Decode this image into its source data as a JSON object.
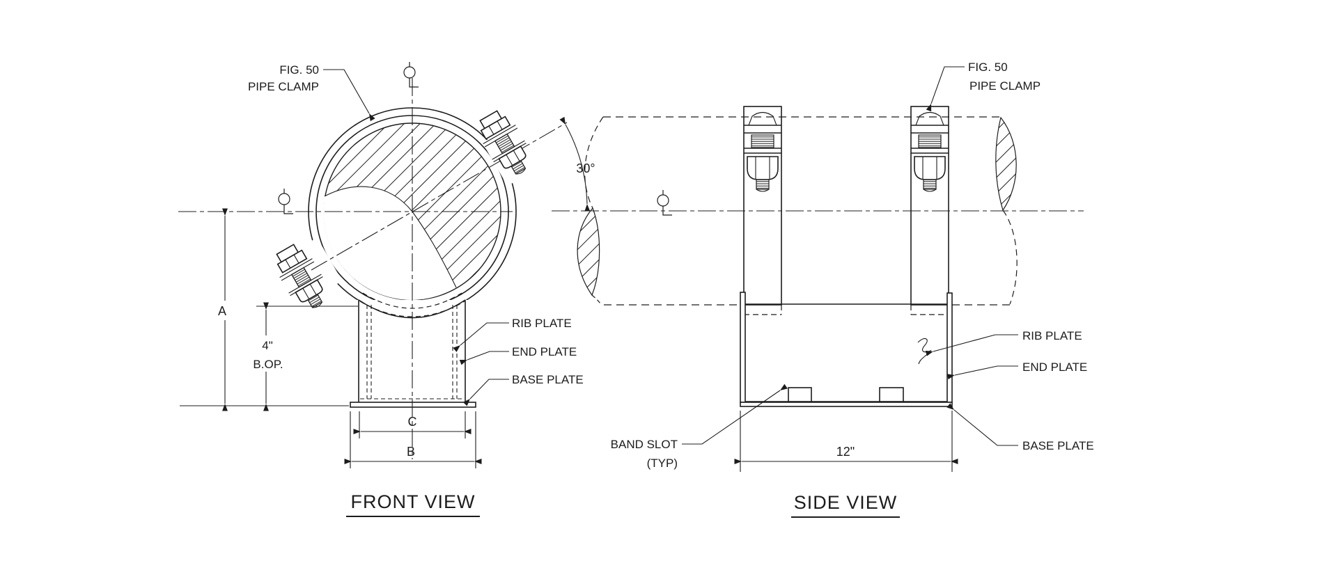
{
  "drawing": {
    "background": "#ffffff",
    "line_color": "#1c1c1c",
    "front": {
      "title": "FRONT VIEW",
      "fig": "FIG. 50",
      "clamp": "PIPE CLAMP",
      "rib": "RIB PLATE",
      "end": "END PLATE",
      "base": "BASE PLATE",
      "dim_a": "A",
      "dim_bop_value": "4\"",
      "dim_bop_label": "B.OP.",
      "dim_c": "C",
      "dim_b": "B",
      "angle": "30°"
    },
    "side": {
      "title": "SIDE VIEW",
      "fig": "FIG. 50",
      "clamp": "PIPE CLAMP",
      "rib": "RIB PLATE",
      "end": "END PLATE",
      "base": "BASE PLATE",
      "band_slot": "BAND SLOT",
      "band_slot_typ": "(TYP)",
      "dim_length": "12\""
    }
  }
}
